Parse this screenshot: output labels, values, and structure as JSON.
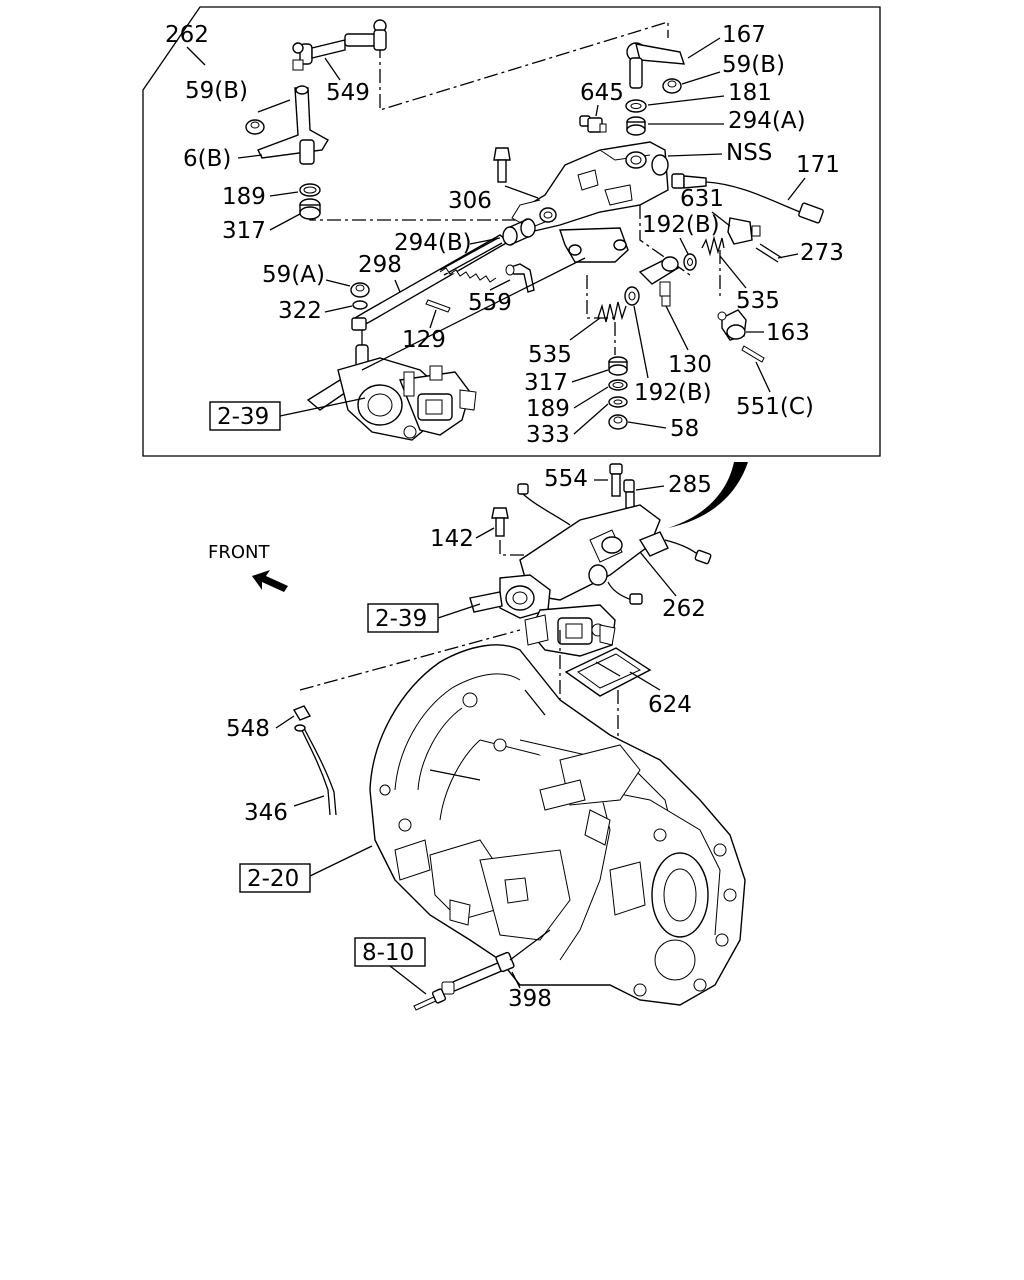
{
  "direction_label": "FRONT",
  "inset_frame_label": "262",
  "part_labels": {
    "p262_top": "262",
    "p549": "549",
    "p167": "167",
    "p59b_left": "59(B)",
    "p59b_right": "59(B)",
    "p645": "645",
    "p181": "181",
    "p294a": "294(A)",
    "p6b": "6(B)",
    "nss": "NSS",
    "p171": "171",
    "p189_top": "189",
    "p306": "306",
    "p631": "631",
    "p317_top": "317",
    "p192b_top": "192(B)",
    "p273": "273",
    "p294b": "294(B)",
    "p298": "298",
    "p59a": "59(A)",
    "p559": "559",
    "p535_right": "535",
    "p322": "322",
    "p163": "163",
    "p129": "129",
    "p535_mid": "535",
    "p130": "130",
    "p317_mid": "317",
    "p192b_mid": "192(B)",
    "p551c": "551(C)",
    "p189_mid": "189",
    "p333": "333",
    "p58": "58",
    "p554": "554",
    "p285": "285",
    "p142": "142",
    "p262_mid": "262",
    "p624": "624",
    "p548": "548",
    "p346": "346",
    "p398": "398"
  },
  "reference_boxes": {
    "ref_2_39_top": "2-39",
    "ref_2_39_mid": "2-39",
    "ref_2_20": "2-20",
    "ref_8_10": "8-10"
  }
}
